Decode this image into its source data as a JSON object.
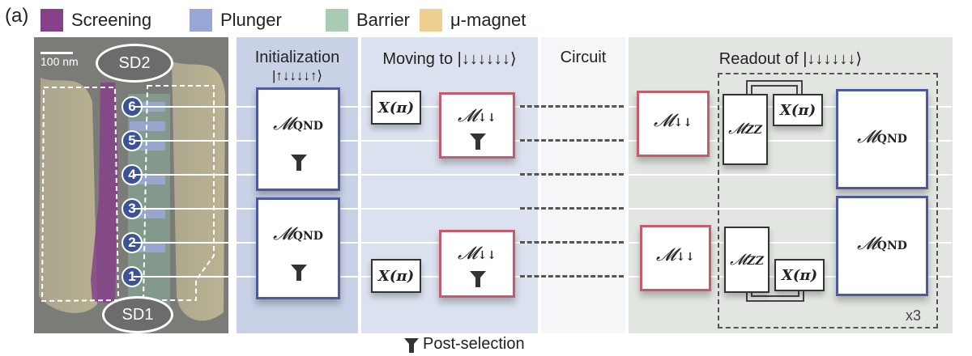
{
  "figure_label": "(a)",
  "legend": [
    {
      "name": "Screening",
      "color": "#86418a"
    },
    {
      "name": "Plunger",
      "color": "#9aa7d6"
    },
    {
      "name": "Barrier",
      "color": "#a9cbb4"
    },
    {
      "name": "μ-magnet",
      "color": "#eecf8f"
    }
  ],
  "device": {
    "scale_bar": "100 nm",
    "top_reservoir": "SD2",
    "bottom_reservoir": "SD1",
    "dots": [
      "6",
      "5",
      "4",
      "3",
      "2",
      "1"
    ]
  },
  "panels": {
    "initialization": {
      "title": "Initialization",
      "state": "|↑↓↓↓↓↑⟩",
      "color": "#c8d1e6"
    },
    "moving": {
      "title": "Moving to |↓↓↓↓↓↓⟩",
      "color": "#dbe1ee"
    },
    "circuit": {
      "title": "Circuit",
      "color": "#f4f6f8"
    },
    "readout": {
      "title": "Readout of  |↓↓↓↓↓↓⟩",
      "color": "#e2e6e0"
    }
  },
  "gates": {
    "x_gate": "X(π)",
    "m_script": "𝓜",
    "qnd_sub": "QND",
    "dd_sub": "↓↓",
    "zz_sub": "ZZ"
  },
  "repeat_label": "x3",
  "post_selection": "Post-selection"
}
